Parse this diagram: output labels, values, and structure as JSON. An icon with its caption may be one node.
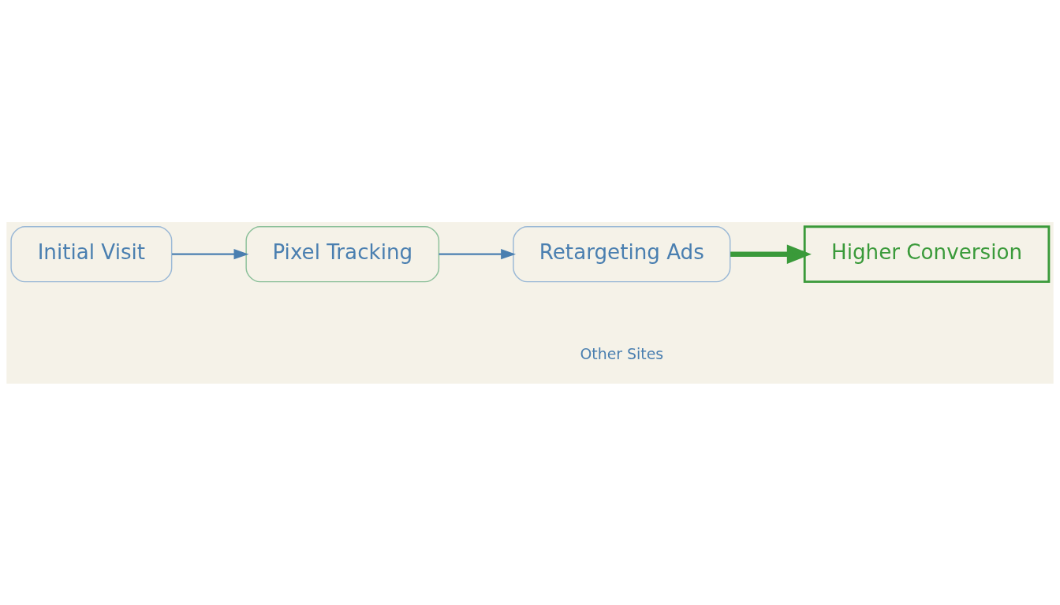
{
  "diagram": {
    "nodes": [
      {
        "text": [
          "Initial Visit"
        ]
      },
      {
        "text": [
          "Pixel Tracking"
        ]
      },
      {
        "text": [
          "Retargeting Ads"
        ]
      },
      {
        "text": [
          "Higher Conversion"
        ]
      }
    ],
    "edges": [
      {
        "from": 0,
        "to": 1,
        "arrow": "to"
      },
      {
        "from": 1,
        "to": 2,
        "arrow": "to"
      },
      {
        "from": 2,
        "to": 3,
        "arrow": "to",
        "style": "thick",
        "color": "#3a9a3a"
      }
    ],
    "labels": [
      "Other Sites"
    ]
  }
}
